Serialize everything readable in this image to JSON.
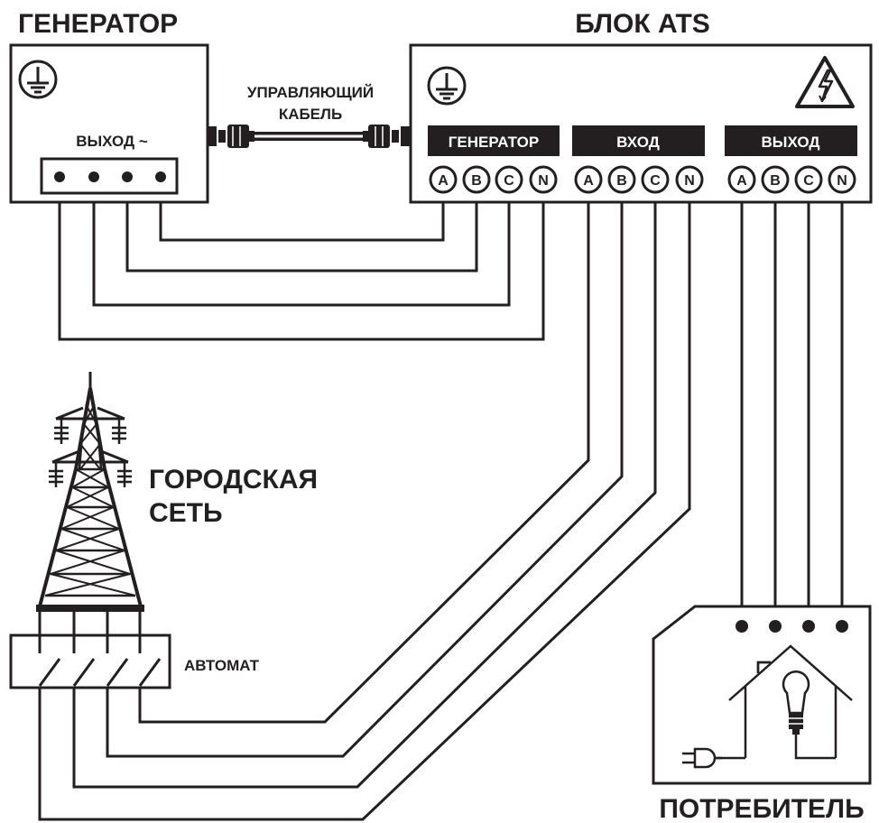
{
  "colors": {
    "ink": "#231f20",
    "background": "#ffffff"
  },
  "generator": {
    "title": "ГЕНЕРАТОР",
    "output_label": "ВЫХОД ~",
    "ground_icon": "ground-symbol-icon"
  },
  "control_cable": {
    "line1": "УПРАВЛЯЮЩИЙ",
    "line2": "КАБЕЛЬ"
  },
  "ats": {
    "title": "БЛОК ATS",
    "ground_icon": "ground-symbol-icon",
    "warning_icon": "high-voltage-warning-icon",
    "groups": [
      {
        "label": "ГЕНЕРАТОР",
        "terminals": [
          "A",
          "B",
          "C",
          "N"
        ]
      },
      {
        "label": "ВХОД",
        "terminals": [
          "A",
          "B",
          "C",
          "N"
        ]
      },
      {
        "label": "ВЫХОД",
        "terminals": [
          "A",
          "B",
          "C",
          "N"
        ]
      }
    ]
  },
  "grid": {
    "line1": "ГОРОДСКАЯ",
    "line2": "СЕТЬ",
    "icon": "power-tower-icon"
  },
  "breaker": {
    "label": "АВТОМАТ"
  },
  "consumer": {
    "title": "ПОТРЕБИТЕЛЬ",
    "house_icon": "house-icon",
    "bulb_icon": "light-bulb-icon",
    "plug_icon": "plug-icon"
  }
}
